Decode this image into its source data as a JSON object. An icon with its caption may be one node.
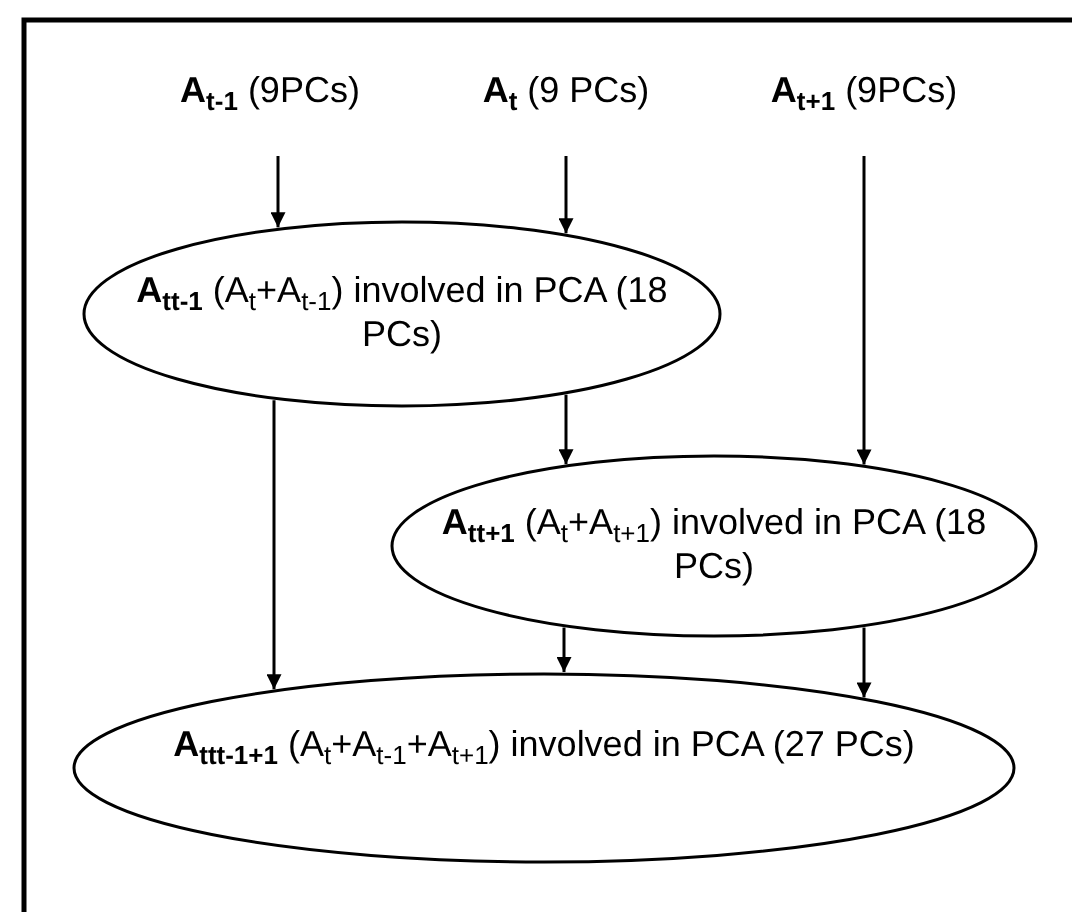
{
  "diagram": {
    "nodes": [
      {
        "text": [
          "**A$_{t-1}$** (9PCs)"
        ]
      },
      {
        "text": [
          "**A$_{t}$** (9 PCs)"
        ]
      },
      {
        "text": [
          "**A$_{t+1}$** (9PCs)"
        ]
      },
      {
        "text": [
          "**A$_{tt-1}$** (A$_{t}$+A$_{t-1}$) involved in PCA (18 PCs)"
        ]
      },
      {
        "text": [
          "**A$_{tt+1}$** (A$_{t}$+A$_{t+1}$) involved in PCA (18 PCs)"
        ]
      },
      {
        "text": [
          "**A$_{ttt-1+1}$** (A$_{t}$+A$_{t-1}$+A$_{t+1}$) involved in PCA (27 PCs)"
        ]
      }
    ],
    "edges": [
      {
        "from": 0,
        "to": 3,
        "arrow": "to"
      },
      {
        "from": 1,
        "to": 3,
        "arrow": "to"
      },
      {
        "from": 2,
        "to": 4,
        "arrow": "to"
      },
      {
        "from": 3,
        "to": 4,
        "arrow": "to"
      },
      {
        "from": 3,
        "to": 5,
        "arrow": "to"
      },
      {
        "from": 4,
        "to": 5,
        "arrow": "to"
      },
      {
        "from": 4,
        "to": 5,
        "arrow": "to"
      }
    ]
  }
}
